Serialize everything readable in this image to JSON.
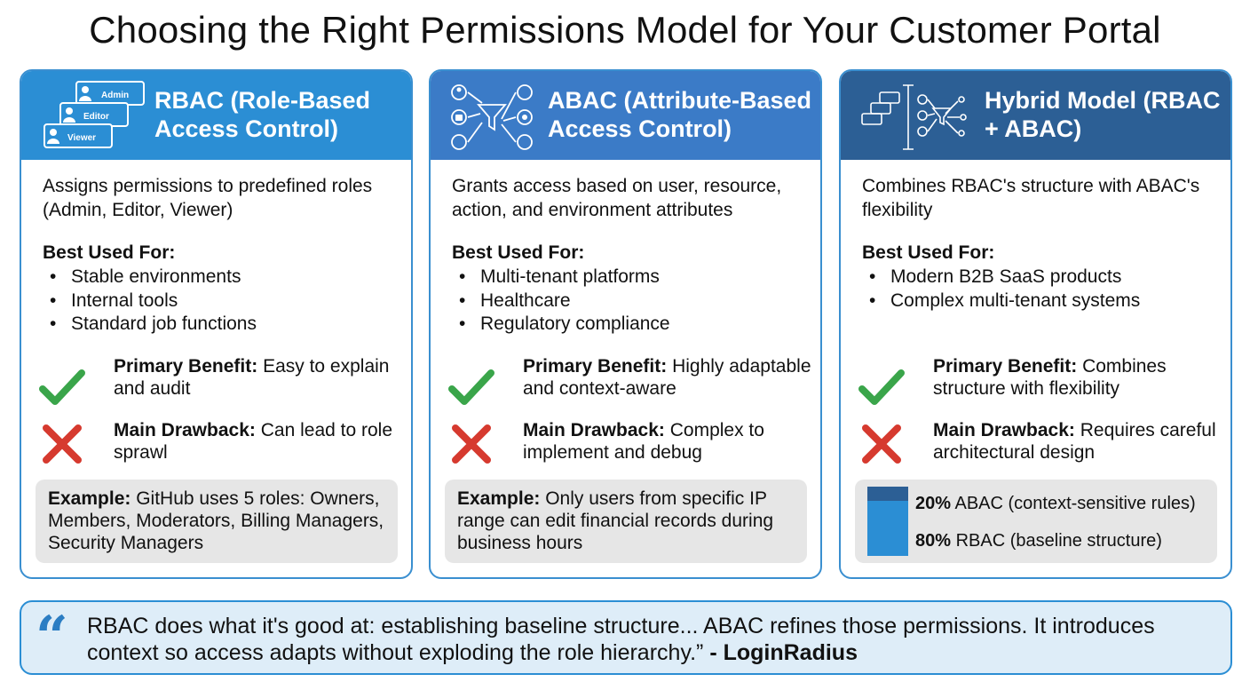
{
  "title": "Choosing the Right Permissions Model for Your Customer Portal",
  "cards": [
    {
      "title": "RBAC (Role-Based Access Control)",
      "icon": "role-cards-icon",
      "icon_labels": [
        "Admin",
        "Editor",
        "Viewer"
      ],
      "description": "Assigns permissions to predefined roles (Admin, Editor, Viewer)",
      "best_used_for_label": "Best Used For:",
      "best_used_for": [
        "Stable environments",
        "Internal tools",
        "Standard job functions"
      ],
      "benefit_label": "Primary Benefit:",
      "benefit_text": "Easy to explain and audit",
      "drawback_label": "Main Drawback:",
      "drawback_text": "Can lead to role sprawl",
      "example_label": "Example:",
      "example_text": "GitHub uses 5 roles: Owners, Members, Moderators, Billing Managers, Security Managers"
    },
    {
      "title": "ABAC (Attribute-Based Access Control)",
      "icon": "attribute-filter-icon",
      "description": "Grants access based on user, resource, action, and environment attributes",
      "best_used_for_label": "Best Used For:",
      "best_used_for": [
        "Multi-tenant platforms",
        "Healthcare",
        "Regulatory compliance"
      ],
      "benefit_label": "Primary Benefit:",
      "benefit_text": "Highly adaptable and context-aware",
      "drawback_label": "Main Drawback:",
      "drawback_text": "Complex to implement and debug",
      "example_label": "Example:",
      "example_text": "Only users from specific IP range can edit financial records during business hours"
    },
    {
      "title": "Hybrid Model (RBAC + ABAC)",
      "icon": "hybrid-model-icon",
      "description": "Combines RBAC's structure with ABAC's flexibility",
      "best_used_for_label": "Best Used For:",
      "best_used_for": [
        "Modern B2B SaaS products",
        "Complex multi-tenant systems"
      ],
      "benefit_label": "Primary Benefit:",
      "benefit_text": "Combines structure with flexibility",
      "drawback_label": "Main Drawback:",
      "drawback_text": "Requires careful architectural design",
      "split": {
        "abac_pct": "20%",
        "abac_text": "ABAC (context-sensitive rules)",
        "rbac_pct": "80%",
        "rbac_text": "RBAC (baseline structure)",
        "abac_fraction": 0.2,
        "rbac_fraction": 0.8
      }
    }
  ],
  "quote": {
    "mark": "“",
    "text": "RBAC does what it's good at: establishing baseline structure... ABAC refines those permissions. It introduces context so access adapts without exploding the role hierarchy.”",
    "author": "- LoginRadius"
  },
  "colors": {
    "rbac_header": "#2b8ed4",
    "abac_header": "#3b7bc7",
    "hybrid_header": "#2c5f95",
    "check": "#3aa54a",
    "cross": "#d63a2f",
    "quote_bg": "#deedf8"
  }
}
